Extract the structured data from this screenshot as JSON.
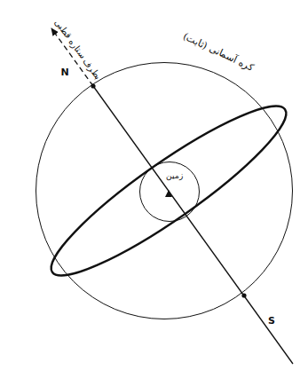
{
  "diagram": {
    "nodes": [
      {
        "text": [
          "کره آسمانی (ثابت)"
        ]
      },
      {
        "text": [
          "زمین"
        ],
        "in": 0
      }
    ],
    "labels": [
      "بطرف ستاره قطبی",
      "N",
      "S"
    ]
  }
}
